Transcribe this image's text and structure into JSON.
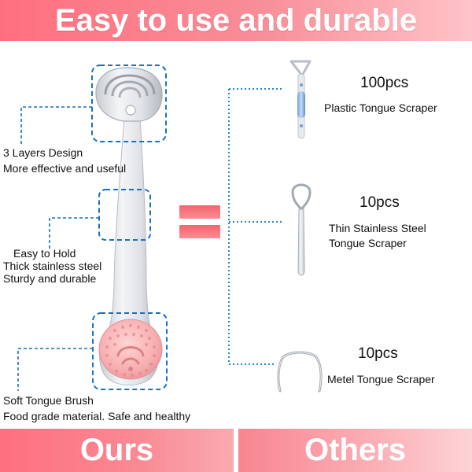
{
  "header": {
    "title": "Easy to use and durable"
  },
  "ours": {
    "label": "Ours",
    "features": [
      {
        "line1": "3 Layers Design",
        "line2": "More effective and useful"
      },
      {
        "line1": "Easy to Hold",
        "line2": "Thick stainless steel",
        "line3": "Sturdy and durable"
      },
      {
        "line1": "Soft Tongue Brush",
        "line2": "Food grade material.  Safe and healthy"
      }
    ]
  },
  "others": {
    "label": "Others",
    "items": [
      {
        "count": "100pcs",
        "name": "Plastic Tongue Scraper"
      },
      {
        "count": "10pcs",
        "name_line1": "Thin Stainless Steel",
        "name_line2": "Tongue Scraper"
      },
      {
        "count": "10pcs",
        "name": "Metel Tongue Scraper"
      }
    ]
  },
  "colors": {
    "accent": "#ff6f7f",
    "dashed_box": "#1a6fc0",
    "dotted_line": "#2a86c9"
  }
}
